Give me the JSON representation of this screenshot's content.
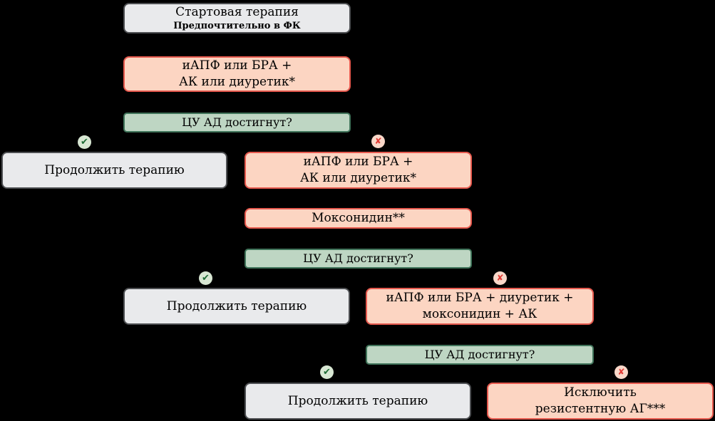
{
  "diagram": {
    "type": "flowchart",
    "language": "ru",
    "topic": "Antihypertensive therapy escalation algorithm",
    "background_color": "#000000"
  },
  "colors": {
    "gray_fill": "#e9eaec",
    "gray_border": "#4d4f52",
    "salmon_fill": "#fcd5c2",
    "salmon_border": "#e6594e",
    "green_fill": "#bed6c3",
    "green_border": "#40745a",
    "check_circle_fill": "#d8e7d3",
    "check_mark": "#1e6b35",
    "cross_circle_fill": "#f9d8c9",
    "cross_mark": "#e23b35",
    "text": "#000000"
  },
  "icons": {
    "check_glyph": "✔",
    "cross_glyph": "✘"
  },
  "nodes": {
    "start": {
      "line1": "Стартовая терапия",
      "line2": "Предпочтительно в ФК"
    },
    "step1": {
      "line1": "иАПФ или БРА +",
      "line2": "АК или диуретик*"
    },
    "q1": {
      "label": "ЦУ АД достигнут?"
    },
    "continue1": {
      "label": "Продолжить терапию"
    },
    "step2": {
      "line1": "иАПФ или БРА +",
      "line2": "АК или диуретик*"
    },
    "moxonidine": {
      "label": "Моксонидин**"
    },
    "q2": {
      "label": "ЦУ АД достигнут?"
    },
    "continue2": {
      "label": "Продолжить терапию"
    },
    "step3": {
      "line1": "иАПФ или БРА + диуретик +",
      "line2": "моксонидин + АК"
    },
    "q3": {
      "label": "ЦУ АД достигнут?"
    },
    "continue3": {
      "label": "Продолжить терапию"
    },
    "exclude": {
      "line1": "Исключить",
      "line2": "резистентную АГ***"
    }
  }
}
